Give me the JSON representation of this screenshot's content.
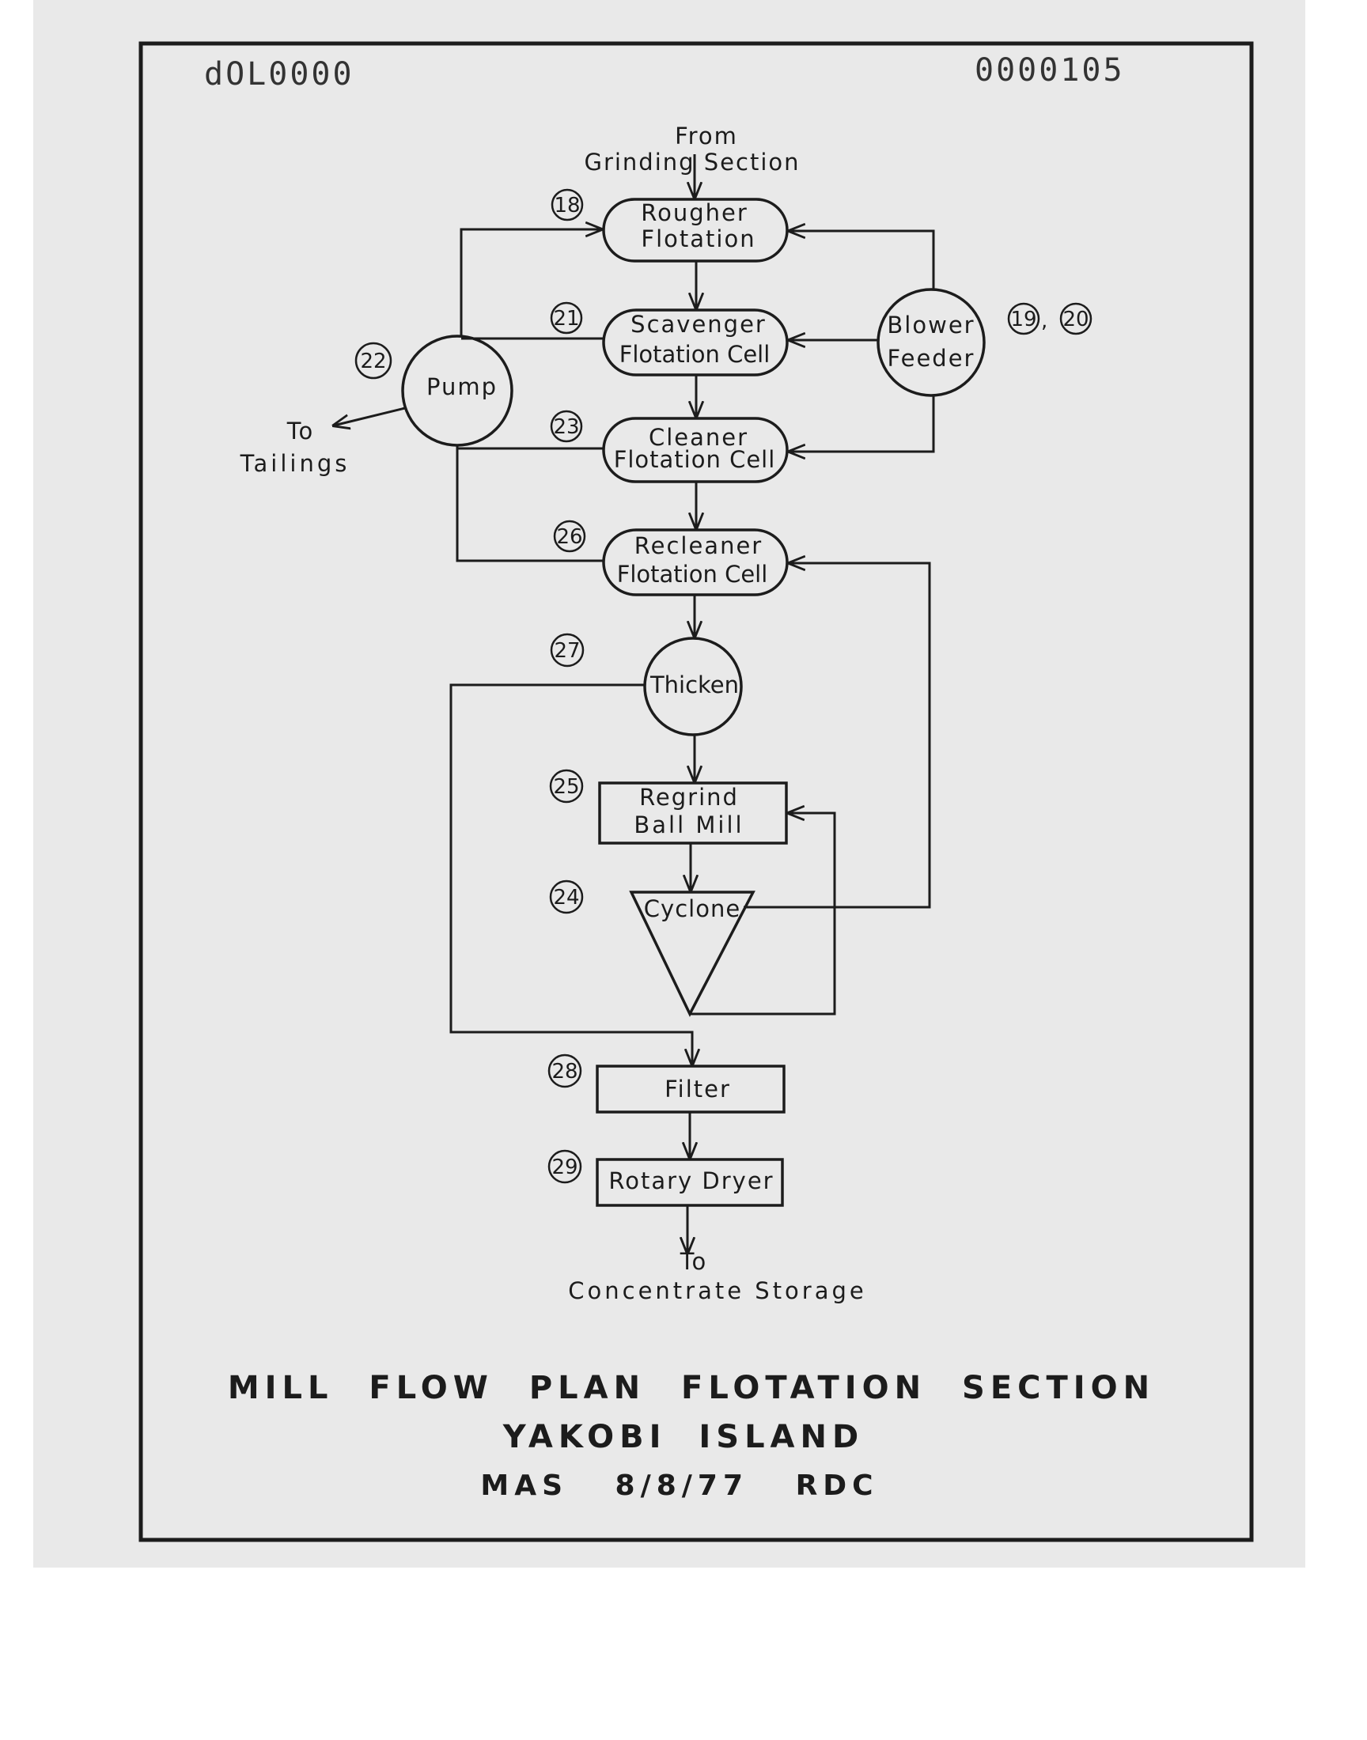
{
  "header": {
    "left_code": "dOL0000",
    "right_code": "0000105"
  },
  "nodes": {
    "from": {
      "line1": "From",
      "line2": "Grinding Section"
    },
    "rougher": {
      "line1": "Rougher",
      "line2": "Flotation",
      "num": "18"
    },
    "scavenger": {
      "line1": "Scavenger",
      "line2": "Flotation Cell",
      "num": "21"
    },
    "cleaner": {
      "line1": "Cleaner",
      "line2": "Flotation Cell",
      "num": "23"
    },
    "recleaner": {
      "line1": "Recleaner",
      "line2": "Flotation Cell",
      "num": "26"
    },
    "blower": {
      "line1": "Blower",
      "line2": "Feeder",
      "num_a": "19",
      "num_b": "20"
    },
    "pump": {
      "label": "Pump",
      "num": "22"
    },
    "tailings": {
      "line1": "To",
      "line2": "Tailings"
    },
    "thicken": {
      "label": "Thicken",
      "num": "27"
    },
    "regrind": {
      "line1": "Regrind",
      "line2": "Ball Mill",
      "num": "25"
    },
    "cyclone": {
      "label": "Cyclone",
      "num": "24"
    },
    "filter": {
      "label": "Filter",
      "num": "28"
    },
    "dryer": {
      "label": "Rotary Dryer",
      "num": "29"
    },
    "storage": {
      "line1": "To",
      "line2": "Concentrate Storage"
    }
  },
  "title_block": {
    "line1": "MILL FLOW PLAN FLOTATION SECTION",
    "line2": "YAKOBI ISLAND",
    "line3": "MAS 8/8/77 RDC"
  }
}
